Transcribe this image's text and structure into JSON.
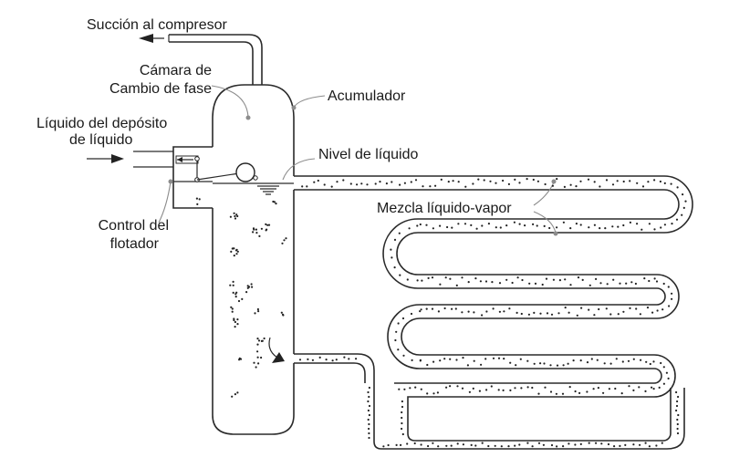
{
  "diagram": {
    "labels": {
      "suction": "Succión al compresor",
      "chamber_line1": "Cámara de",
      "chamber_line2": "Cambio de fase",
      "accumulator": "Acumulador",
      "liquid_in_line1": "Líquido del depósito",
      "liquid_in_line2": "de líquido",
      "liquid_level": "Nivel de líquido",
      "mixture": "Mezcla líquido-vapor",
      "float_line1": "Control del",
      "float_line2": "flotador"
    },
    "colors": {
      "line": "#2a2a2a",
      "leader": "#8c8c8c",
      "background": "#ffffff"
    }
  }
}
